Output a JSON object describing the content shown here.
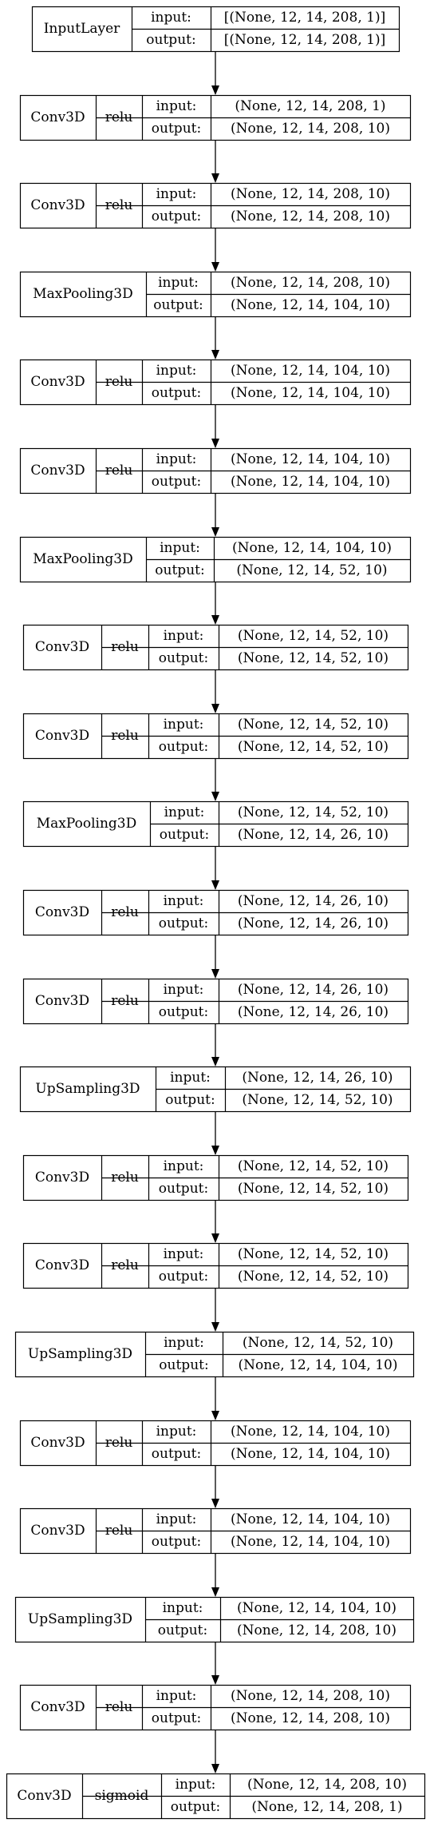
{
  "diagram": {
    "port_labels": {
      "input": "input:",
      "output": "output:"
    },
    "layers": [
      {
        "name": "InputLayer",
        "activation": "",
        "input": "[(None, 12, 14, 208, 1)]",
        "output": "[(None, 12, 14, 208, 1)]"
      },
      {
        "name": "Conv3D",
        "activation": "relu",
        "input": "(None, 12, 14, 208, 1)",
        "output": "(None, 12, 14, 208, 10)"
      },
      {
        "name": "Conv3D",
        "activation": "relu",
        "input": "(None, 12, 14, 208, 10)",
        "output": "(None, 12, 14, 208, 10)"
      },
      {
        "name": "MaxPooling3D",
        "activation": "",
        "input": "(None, 12, 14, 208, 10)",
        "output": "(None, 12, 14, 104, 10)"
      },
      {
        "name": "Conv3D",
        "activation": "relu",
        "input": "(None, 12, 14, 104, 10)",
        "output": "(None, 12, 14, 104, 10)"
      },
      {
        "name": "Conv3D",
        "activation": "relu",
        "input": "(None, 12, 14, 104, 10)",
        "output": "(None, 12, 14, 104, 10)"
      },
      {
        "name": "MaxPooling3D",
        "activation": "",
        "input": "(None, 12, 14, 104, 10)",
        "output": "(None, 12, 14, 52, 10)"
      },
      {
        "name": "Conv3D",
        "activation": "relu",
        "input": "(None, 12, 14, 52, 10)",
        "output": "(None, 12, 14, 52, 10)"
      },
      {
        "name": "Conv3D",
        "activation": "relu",
        "input": "(None, 12, 14, 52, 10)",
        "output": "(None, 12, 14, 52, 10)"
      },
      {
        "name": "MaxPooling3D",
        "activation": "",
        "input": "(None, 12, 14, 52, 10)",
        "output": "(None, 12, 14, 26, 10)"
      },
      {
        "name": "Conv3D",
        "activation": "relu",
        "input": "(None, 12, 14, 26, 10)",
        "output": "(None, 12, 14, 26, 10)"
      },
      {
        "name": "Conv3D",
        "activation": "relu",
        "input": "(None, 12, 14, 26, 10)",
        "output": "(None, 12, 14, 26, 10)"
      },
      {
        "name": "UpSampling3D",
        "activation": "",
        "input": "(None, 12, 14, 26, 10)",
        "output": "(None, 12, 14, 52, 10)"
      },
      {
        "name": "Conv3D",
        "activation": "relu",
        "input": "(None, 12, 14, 52, 10)",
        "output": "(None, 12, 14, 52, 10)"
      },
      {
        "name": "Conv3D",
        "activation": "relu",
        "input": "(None, 12, 14, 52, 10)",
        "output": "(None, 12, 14, 52, 10)"
      },
      {
        "name": "UpSampling3D",
        "activation": "",
        "input": "(None, 12, 14, 52, 10)",
        "output": "(None, 12, 14, 104, 10)"
      },
      {
        "name": "Conv3D",
        "activation": "relu",
        "input": "(None, 12, 14, 104, 10)",
        "output": "(None, 12, 14, 104, 10)"
      },
      {
        "name": "Conv3D",
        "activation": "relu",
        "input": "(None, 12, 14, 104, 10)",
        "output": "(None, 12, 14, 104, 10)"
      },
      {
        "name": "UpSampling3D",
        "activation": "",
        "input": "(None, 12, 14, 104, 10)",
        "output": "(None, 12, 14, 208, 10)"
      },
      {
        "name": "Conv3D",
        "activation": "relu",
        "input": "(None, 12, 14, 208, 10)",
        "output": "(None, 12, 14, 208, 10)"
      },
      {
        "name": "Conv3D",
        "activation": "sigmoid",
        "input": "(None, 12, 14, 208, 10)",
        "output": "(None, 12, 14, 208, 1)"
      }
    ]
  }
}
